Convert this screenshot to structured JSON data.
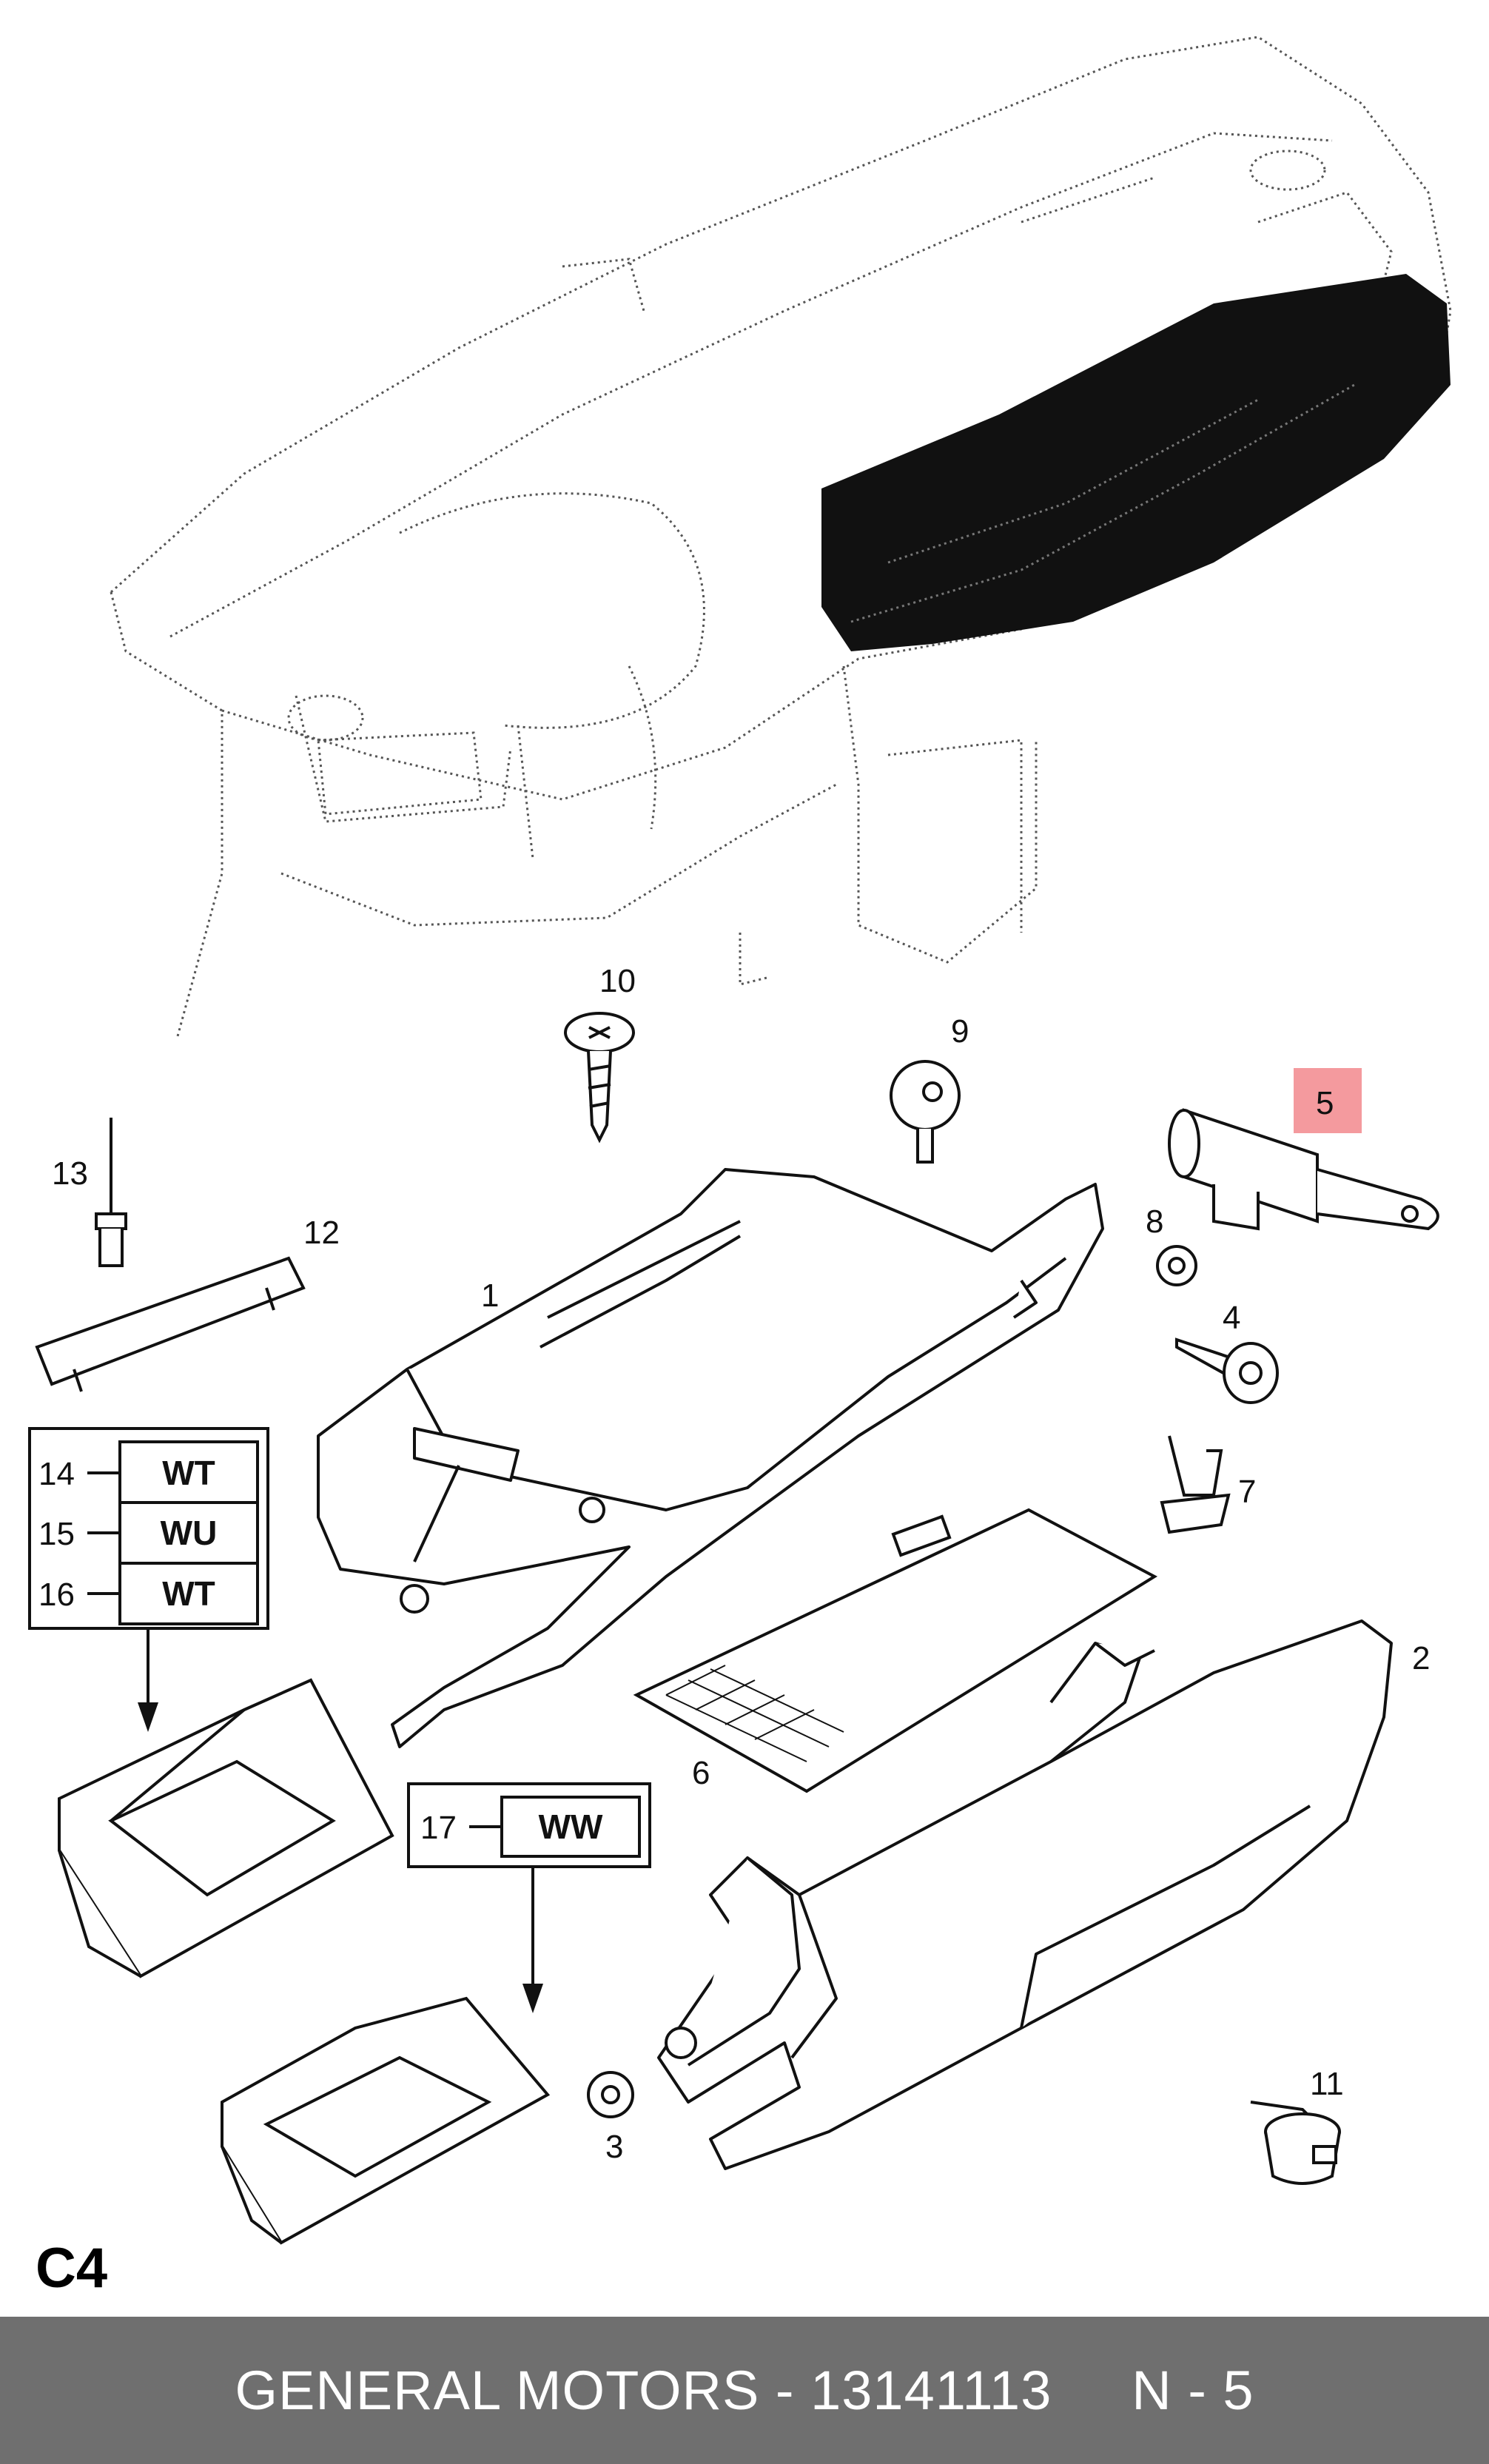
{
  "section_code": "C4",
  "highlight_color": "#f49a9e",
  "footer": {
    "part_number_line": "GENERAL MOTORS - 13141113",
    "ref": "N - 5",
    "background": "#6f6f6f"
  },
  "callouts": [
    "1",
    "2",
    "3",
    "4",
    "5",
    "6",
    "7",
    "8",
    "9",
    "10",
    "11",
    "12",
    "13",
    "14",
    "15",
    "16",
    "17"
  ],
  "code_table_a": [
    {
      "num": "14",
      "code": "WT"
    },
    {
      "num": "15",
      "code": "WU"
    },
    {
      "num": "16",
      "code": "WT"
    }
  ],
  "code_table_b": [
    {
      "num": "17",
      "code": "WW"
    }
  ],
  "highlighted_callout": "5"
}
